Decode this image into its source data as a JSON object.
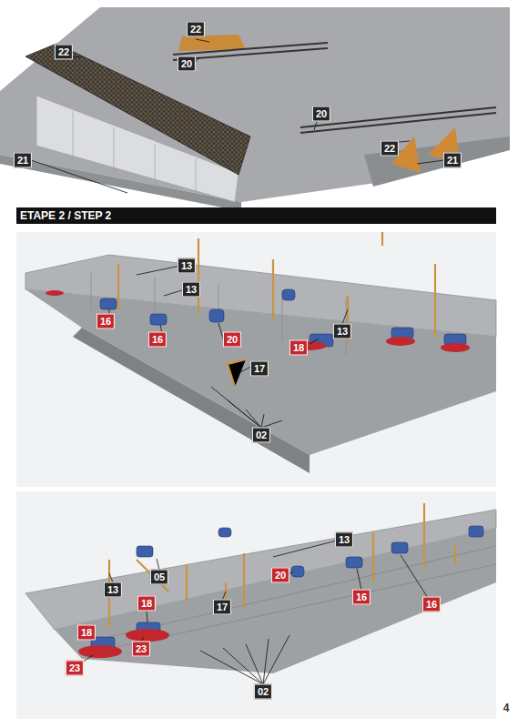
{
  "diagram": {
    "title": "ETAPE 2 / STEP 2",
    "labels": [
      "22",
      "22",
      "20",
      "20",
      "22",
      "21",
      "21",
      "13",
      "13",
      "16",
      "16",
      "20",
      "18",
      "13",
      "17",
      "02",
      "13",
      "05",
      "20",
      "16",
      "16",
      "13",
      "18",
      "17",
      "18",
      "23",
      "23",
      "02",
      "4"
    ]
  }
}
